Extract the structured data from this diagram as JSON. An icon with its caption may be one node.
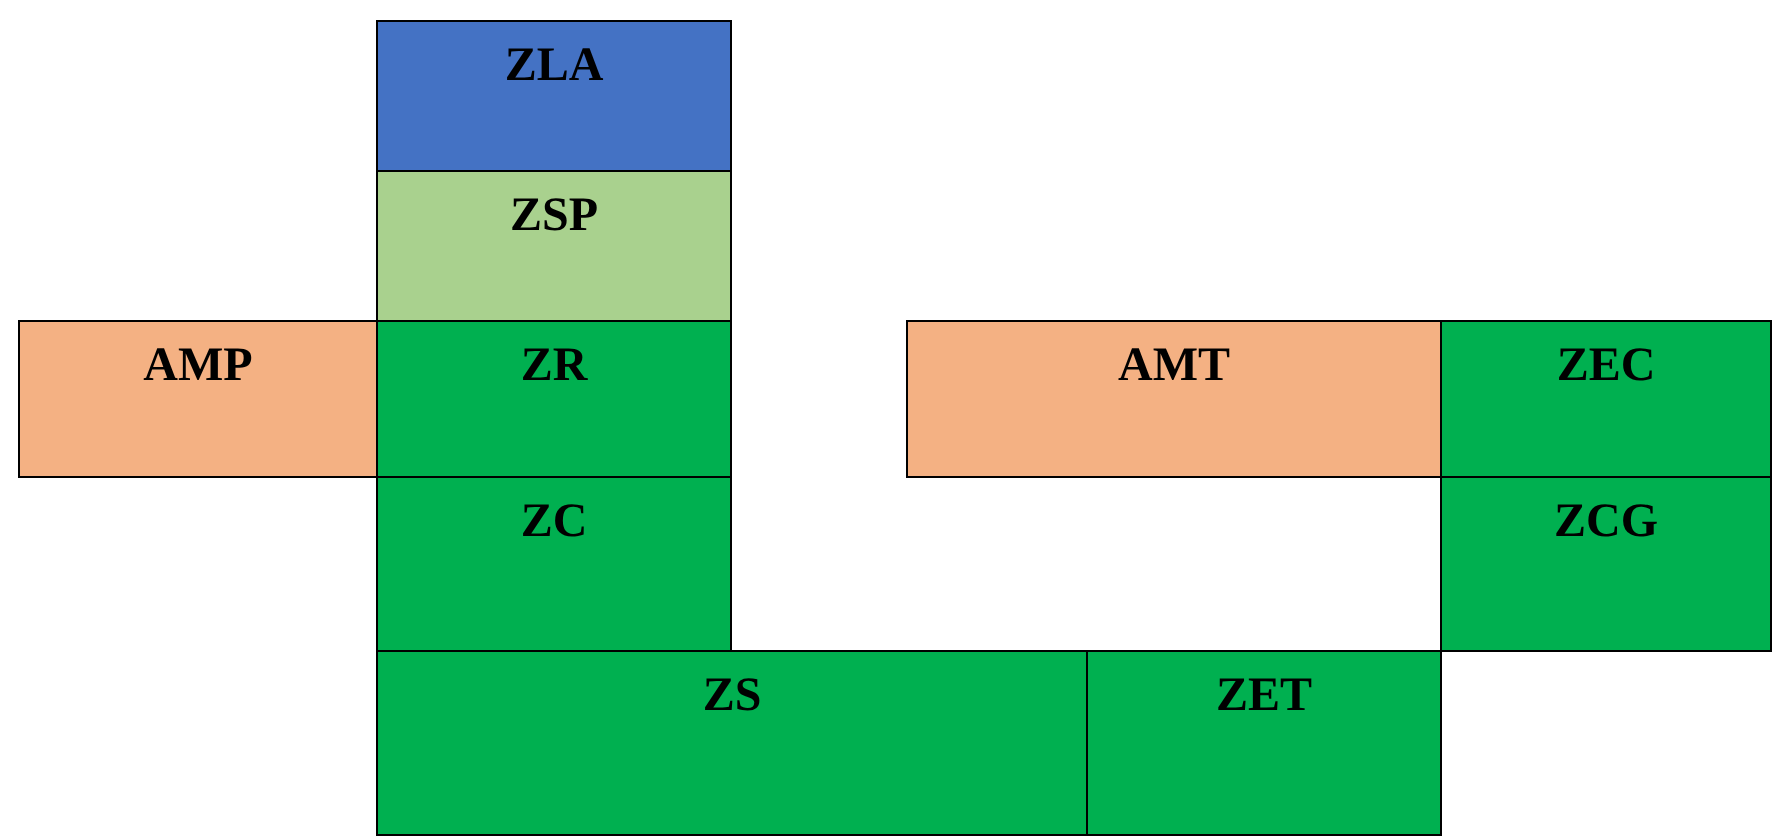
{
  "diagram": {
    "nodes": [
      {
        "text": [
          "ZLA"
        ]
      },
      {
        "text": [
          "ZSP"
        ]
      },
      {
        "text": [
          "AMP"
        ]
      },
      {
        "text": [
          "ZR"
        ]
      },
      {
        "text": [
          "AMT"
        ]
      },
      {
        "text": [
          "ZEC"
        ]
      },
      {
        "text": [
          "ZC"
        ]
      },
      {
        "text": [
          "ZCG"
        ]
      },
      {
        "text": [
          "ZS"
        ]
      },
      {
        "text": [
          "ZET"
        ]
      }
    ]
  }
}
